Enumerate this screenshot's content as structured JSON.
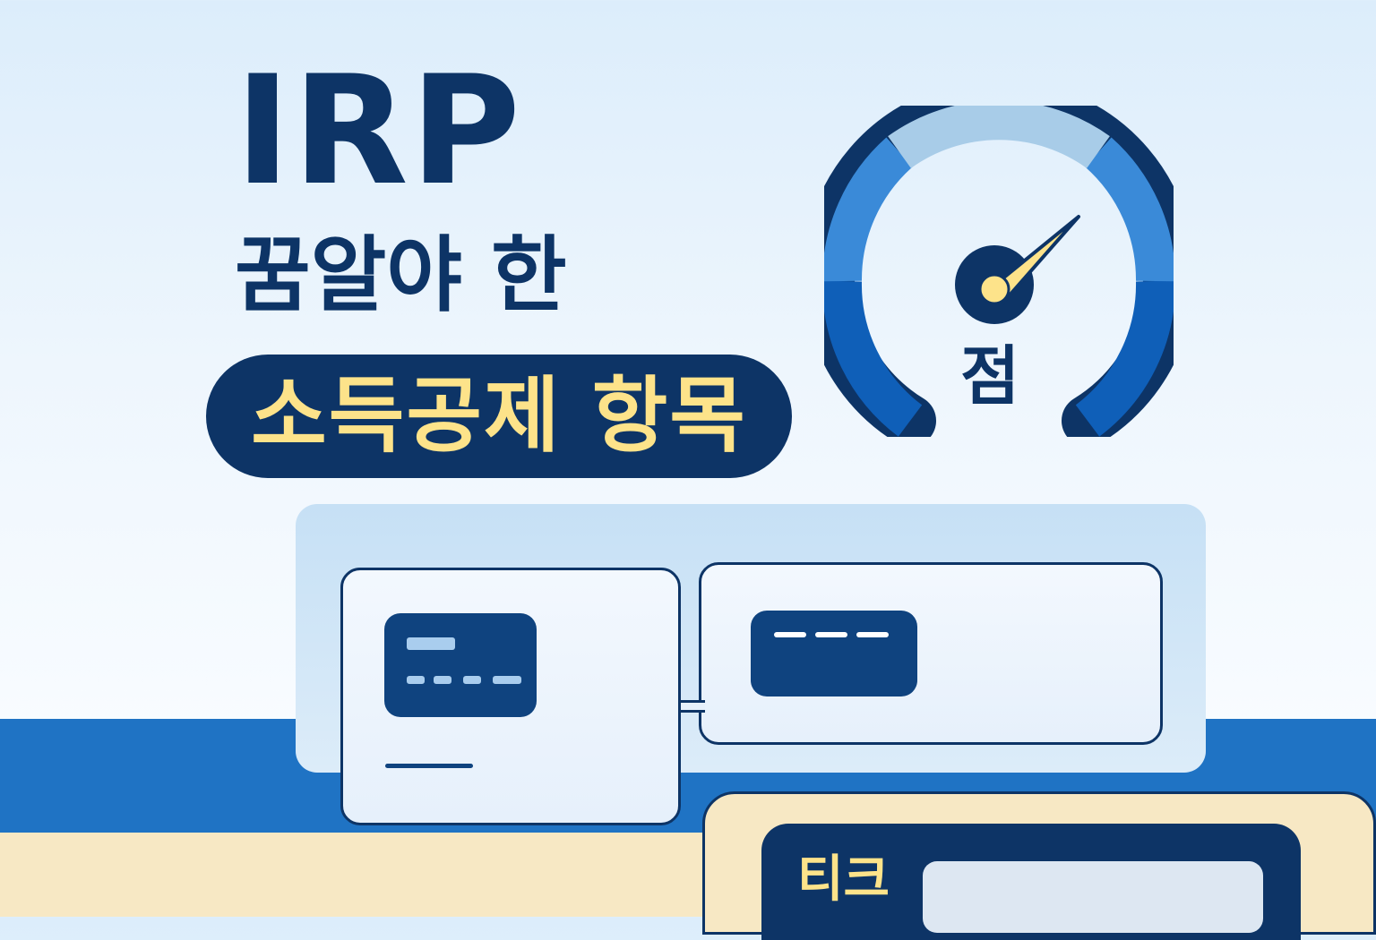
{
  "heading": {
    "title": "IRP",
    "subtitle": "꿈알야 한",
    "highlight": "소득공제 항목"
  },
  "gauge": {
    "label": "점"
  },
  "bottom_panel": {
    "label": "티크"
  },
  "colors": {
    "navy": "#0d3466",
    "accent_yellow": "#fde38a",
    "blue": "#1f73c4",
    "cream": "#f7e8c4"
  }
}
